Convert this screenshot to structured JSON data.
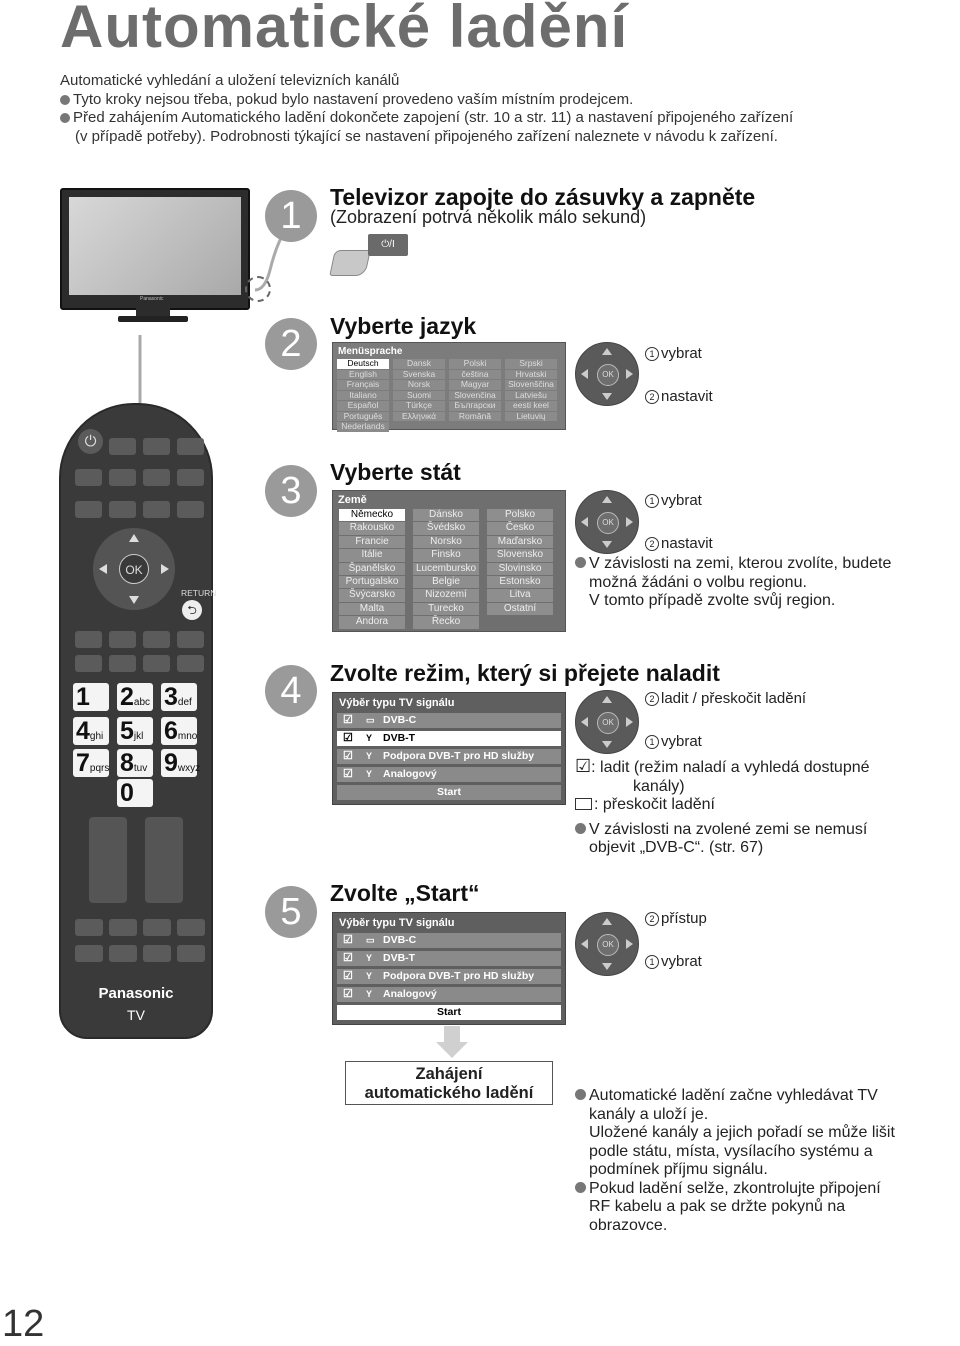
{
  "title": "Automatické ladění",
  "intro": {
    "line1": "Automatické vyhledání a uložení televizních kanálů",
    "bullet1": "Tyto kroky nejsou třeba, pokud bylo nastavení provedeno vaším místním prodejcem.",
    "bullet2a": "Před zahájením Automatického ladění dokončete zapojení (str. 10 a str. 11) a nastavení připojeného zařízení",
    "bullet2b": "(v případě potřeby). Podrobnosti týkající se nastavení připojeného zařízení naleznete v návodu k zařízení."
  },
  "step1": {
    "number": "1",
    "heading": "Televizor zapojte do zásuvky a zapněte",
    "sub": "(Zobrazení potrvá několik málo sekund)",
    "power_label": "⏻/I"
  },
  "step2": {
    "number": "2",
    "heading": "Vyberte jazyk",
    "menu_title": "Menüsprache",
    "languages": [
      "Deutsch",
      "Dansk",
      "Polski",
      "Srpski",
      "English",
      "Svenska",
      "čeština",
      "Hrvatski",
      "Français",
      "Norsk",
      "Magyar",
      "Slovenščina",
      "Italiano",
      "Suomi",
      "Slovenčina",
      "Latviešu",
      "Español",
      "Türkçe",
      "Български",
      "eesti keel",
      "Português",
      "Ελληνικά",
      "Română",
      "Lietuvių",
      "Nederlands",
      "",
      "",
      ""
    ],
    "select_note": "vybrat",
    "set_note": "nastavit"
  },
  "step3": {
    "number": "3",
    "heading": "Vyberte stát",
    "menu_title": "Země",
    "countries": [
      "Německo",
      "Dánsko",
      "Polsko",
      "Rakousko",
      "Švédsko",
      "Česko",
      "Francie",
      "Norsko",
      "Maďarsko",
      "Itálie",
      "Finsko",
      "Slovensko",
      "Španělsko",
      "Lucembursko",
      "Slovinsko",
      "Portugalsko",
      "Belgie",
      "Estonsko",
      "Švýcarsko",
      "Nizozemí",
      "Litva",
      "Malta",
      "Turecko",
      "Ostatní",
      "Andora",
      "Řecko",
      ""
    ],
    "select_note": "vybrat",
    "set_note": "nastavit",
    "info_line1": "V závislosti na zemi, kterou zvolíte, budete",
    "info_line2": "možná žádáni o volbu regionu.",
    "info_line3": "V tomto případě zvolte svůj region."
  },
  "step4": {
    "number": "4",
    "heading": "Zvolte režim, který si přejete naladit",
    "menu_title": "Výběr typu TV signálu",
    "rows": [
      "DVB-C",
      "DVB-T",
      "Podpora DVB-T pro HD služby",
      "Analogový"
    ],
    "start": "Start",
    "tune_note": "ladit / přeskočit ladění",
    "select_note": "vybrat",
    "check_line1": ": ladit (režim naladí a vyhledá dostupné",
    "check_line2": "kanály)",
    "skip_line": ": přeskočit ladění",
    "info_line1": "V závislosti na zvolené zemi se nemusí",
    "info_line2": "objevit „DVB-C“. (str. 67)"
  },
  "step5": {
    "number": "5",
    "heading": "Zvolte „Start“",
    "menu_title": "Výběr typu TV signálu",
    "rows": [
      "DVB-C",
      "DVB-T",
      "Podpora DVB-T pro HD služby",
      "Analogový"
    ],
    "start": "Start",
    "access_note": "přístup",
    "select_note": "vybrat"
  },
  "result": {
    "box_line1": "Zahájení",
    "box_line2": "automatického ladění",
    "text1": "Automatické ladění začne vyhledávat TV",
    "text2": "kanály a uloží je.",
    "text3": "Uložené kanály a jejich pořadí se může lišit",
    "text4": "podle státu, místa, vysílacího systému a",
    "text5": "podmínek příjmu signálu.",
    "text6": "Pokud ladění selže, zkontrolujte připojení",
    "text7": "RF kabelu a pak se držte pokynů na",
    "text8": "obrazovce."
  },
  "remote": {
    "ok": "OK",
    "return": "RETURN",
    "keys": [
      {
        "n": "1",
        "l": ""
      },
      {
        "n": "2",
        "l": "abc"
      },
      {
        "n": "3",
        "l": "def"
      },
      {
        "n": "4",
        "l": "ghi"
      },
      {
        "n": "5",
        "l": "jkl"
      },
      {
        "n": "6",
        "l": "mno"
      },
      {
        "n": "7",
        "l": "pqrs"
      },
      {
        "n": "8",
        "l": "tuv"
      },
      {
        "n": "9",
        "l": "wxyz"
      },
      {
        "n": "0",
        "l": ""
      }
    ],
    "brand": "Panasonic",
    "tv": "TV"
  },
  "tv_brand": "Panasonic",
  "circled": {
    "one": "1",
    "two": "2"
  },
  "page_number": "12",
  "colors": {
    "title": "#6d6d6d",
    "step_circle": "#9a9a9a",
    "menu_bg": "#7c7c7c",
    "remote_body": "#3a3a3a"
  }
}
